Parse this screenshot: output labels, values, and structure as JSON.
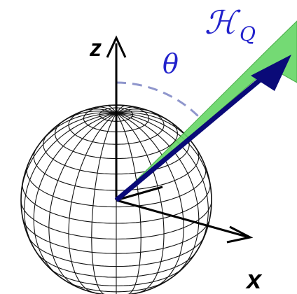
{
  "labels": {
    "z_axis": "z",
    "x_axis": "x",
    "theta": "θ",
    "space_main": "ℋ",
    "space_sub": "Q"
  },
  "colors": {
    "axis": "#000000",
    "vector": "#0a0a78",
    "cone": "#69d769",
    "cone_edge": "#3aa83a",
    "arc": "#8f96cc",
    "label_blue": "#2222cc",
    "sphere_line": "#111111"
  },
  "icons": {
    "sphere": "wireframe-sphere-icon",
    "vector_arrowhead": "arrowhead-icon"
  }
}
